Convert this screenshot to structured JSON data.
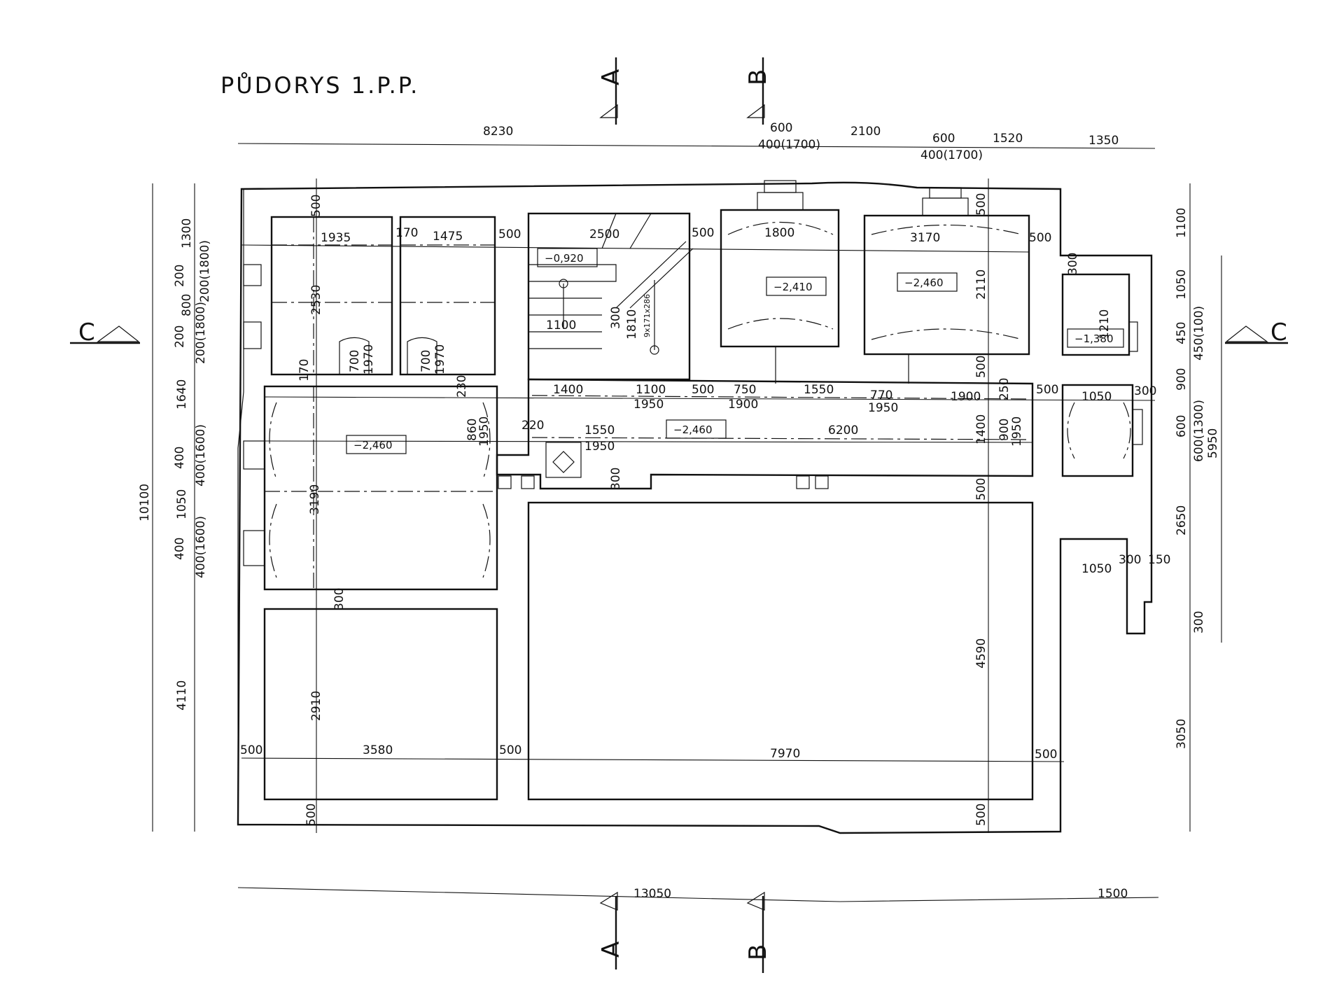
{
  "title": "PŮDORYS 1.P.P.",
  "sections": [
    {
      "label": "A",
      "pos": "top"
    },
    {
      "label": "B",
      "pos": "top"
    },
    {
      "label": "C",
      "pos": "left"
    },
    {
      "label": "C",
      "pos": "right"
    },
    {
      "label": "A",
      "pos": "bottom"
    },
    {
      "label": "B",
      "pos": "bottom"
    }
  ],
  "levels": [
    "−0,920",
    "−2,410",
    "−2,460",
    "−1,380",
    "−2,460",
    "−2,460"
  ],
  "dims_top": [
    "8230",
    "600",
    "400(1700)",
    "2100",
    "600",
    "400(1700)",
    "1520",
    "1350"
  ],
  "dims_bottom": [
    "13050",
    "1500"
  ],
  "dims_left": [
    "10100",
    "1300",
    "200",
    "200(1800)",
    "800",
    "200",
    "200(1800)",
    "1640",
    "400",
    "400(1600)",
    "1050",
    "400",
    "400(1600)",
    "4110"
  ],
  "dims_right": [
    "1100",
    "1050",
    "450",
    "450(100)",
    "900",
    "600",
    "600(1300)",
    "5950",
    "2650",
    "300",
    "3050"
  ],
  "dims_interior_h": [
    "1935",
    "170",
    "1475",
    "500",
    "2500",
    "500",
    "1800",
    "3170",
    "500",
    "1100",
    "1400",
    "1100",
    "1950",
    "500",
    "750",
    "1900",
    "1550",
    "770",
    "1950",
    "1900",
    "500",
    "1050",
    "300",
    "220",
    "1550",
    "1950",
    "6200",
    "1050",
    "300",
    "150",
    "500",
    "3580",
    "500",
    "7970",
    "500"
  ],
  "dims_interior_v": [
    "500",
    "2530",
    "170",
    "700",
    "1970",
    "700",
    "1970",
    "230",
    "860",
    "1950",
    "3190",
    "300",
    "2910",
    "500",
    "500",
    "2110",
    "500",
    "250",
    "900",
    "1950",
    "1400",
    "500",
    "4590",
    "500",
    "1810",
    "300",
    "300",
    "1210",
    "300"
  ],
  "stair_label": "9x171x286"
}
